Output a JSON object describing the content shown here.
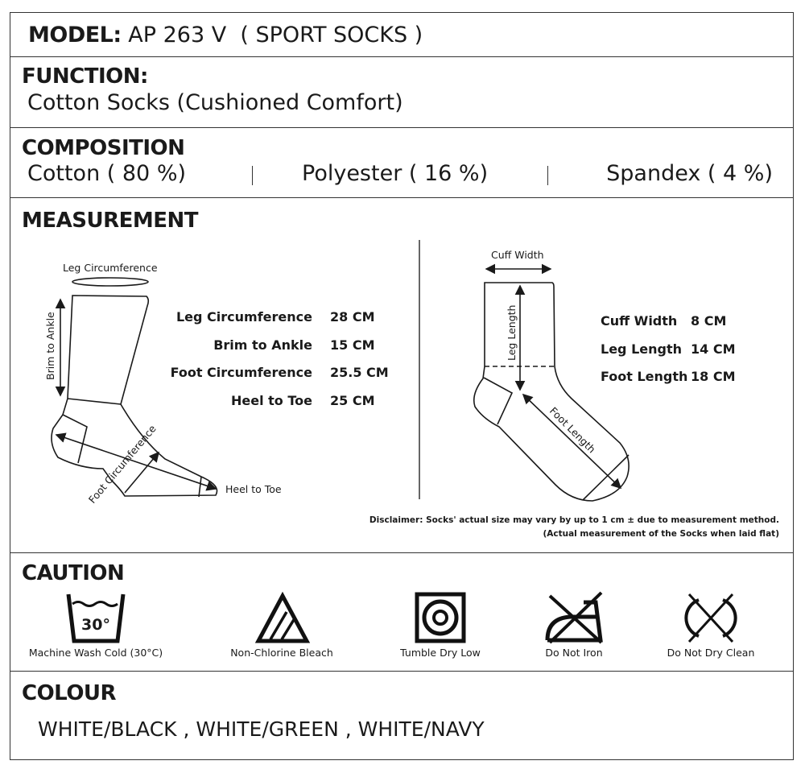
{
  "model": {
    "label": "MODEL:",
    "value": " AP 263 V  ( SPORT SOCKS )"
  },
  "function": {
    "heading": "FUNCTION:",
    "value": "Cotton Socks (Cushioned Comfort)"
  },
  "composition": {
    "heading": "COMPOSITION",
    "items": [
      "Cotton ( 80 %)",
      "Polyester ( 16 %)",
      "Spandex ( 4 %)"
    ]
  },
  "measurement": {
    "heading": "MEASUREMENT",
    "left_diagram": {
      "labels": {
        "leg_circumference": "Leg Circumference",
        "brim_to_ankle": "Brim to Ankle",
        "foot_circumference": "Foot Circumference",
        "heel_to_toe": "Heel to Toe"
      },
      "rows": [
        {
          "label": "Leg Circumference",
          "value": "28 CM"
        },
        {
          "label": "Brim to Ankle",
          "value": "15 CM"
        },
        {
          "label": "Foot Circumference",
          "value": "25.5 CM"
        },
        {
          "label": "Heel to Toe",
          "value": "25 CM"
        }
      ]
    },
    "right_diagram": {
      "labels": {
        "cuff_width": "Cuff Width",
        "leg_length": "Leg Length",
        "foot_length": "Foot Length"
      },
      "rows": [
        {
          "label": "Cuff Width",
          "value": "8 CM"
        },
        {
          "label": "Leg Length",
          "value": "14 CM"
        },
        {
          "label": "Foot Length",
          "value": "18 CM"
        }
      ]
    },
    "disclaimer_line1": "Disclaimer: Socks' actual size may vary by up to 1 cm ± due to measurement method.",
    "disclaimer_line2": "(Actual measurement of the Socks when laid flat)"
  },
  "caution": {
    "heading": "CAUTION",
    "wash_temp": "30°",
    "items": [
      {
        "icon": "machine-wash-icon",
        "label": "Machine Wash Cold (30°C)"
      },
      {
        "icon": "non-chlorine-bleach-icon",
        "label": "Non-Chlorine Bleach"
      },
      {
        "icon": "tumble-dry-low-icon",
        "label": "Tumble Dry Low"
      },
      {
        "icon": "do-not-iron-icon",
        "label": "Do Not Iron"
      },
      {
        "icon": "do-not-dry-clean-icon",
        "label": "Do Not Dry Clean"
      }
    ]
  },
  "colour": {
    "heading": "COLOUR",
    "value": "WHITE/BLACK , WHITE/GREEN , WHITE/NAVY"
  }
}
